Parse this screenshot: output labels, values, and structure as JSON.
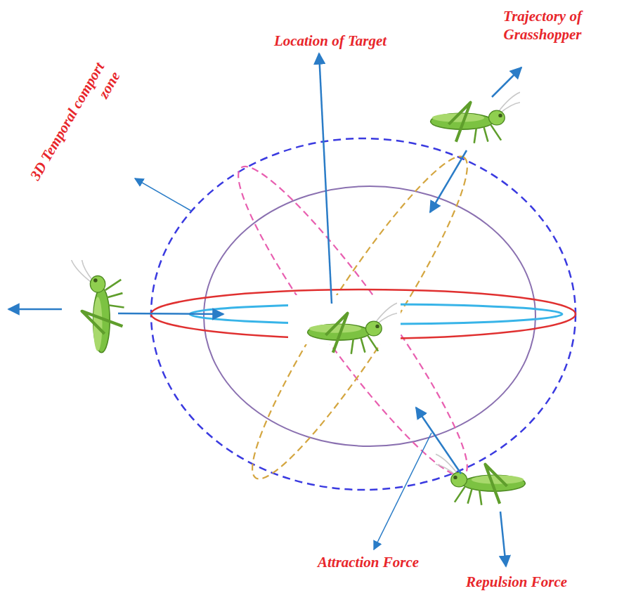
{
  "diagram": {
    "labels": [
      "Trajectory of Grasshopper",
      "3D Temporal comport zone",
      "Location of Target",
      "Attraction Force",
      "Repulsion Force"
    ]
  }
}
